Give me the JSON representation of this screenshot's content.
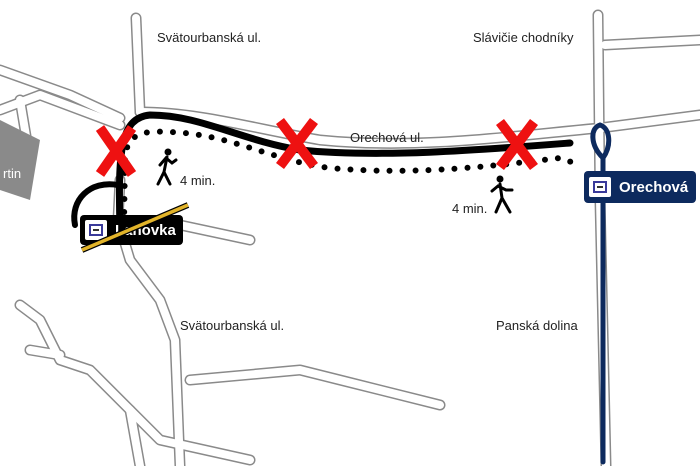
{
  "streets": {
    "svatourbanska_top": "Svätourbanská ul.",
    "slavicie": "Slávičie chodníky",
    "orechova_ul": "Orechová ul.",
    "svatourbanska_bottom": "Svätourbanská ul.",
    "panska_dolina": "Panská dolina"
  },
  "building_label": "rtin",
  "stops": {
    "old": {
      "name": "Lanovka",
      "status": "cancelled",
      "color": "#000000"
    },
    "new": {
      "name": "Orechová",
      "color": "#0d2a5e"
    }
  },
  "walk_times": [
    "4 min.",
    "4 min."
  ],
  "icons": [
    "closed-road-x-icon",
    "pedestrian-icon",
    "bus-stop-icon"
  ],
  "colors": {
    "closure": "#ee1111",
    "route_new": "#0d2a5e",
    "route_old": "#000000",
    "strike": "#e2b42a"
  }
}
